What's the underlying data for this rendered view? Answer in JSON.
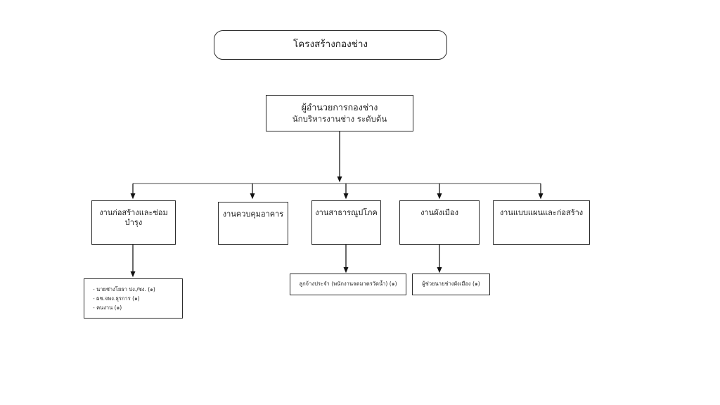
{
  "diagram": {
    "title_box": {
      "label": "โครงสร้างกองช่าง"
    },
    "root": {
      "title": "ผู้อำนวยการกองช่าง",
      "subtitle": "นักบริหารงานช่าง ระดับต้น"
    },
    "units": [
      {
        "label": "งานก่อสร้างและซ่อมบำรุง"
      },
      {
        "label": "งานควบคุมอาคาร"
      },
      {
        "label": "งานสาธารณูปโภค"
      },
      {
        "label": "งานผังเมือง"
      },
      {
        "label": "งานแบบแผนและก่อสร้าง"
      }
    ],
    "staff_box": {
      "lines": [
        "นายช่างโยธา ปง./ชง.   (๑)",
        "ผช.จพง.ธุรการ (๑)",
        "คนงาน  (๑)"
      ]
    },
    "leaf_boxes": [
      {
        "label": "ลูกจ้างประจำ (พนักงานจดมาตรวัดน้ำ)  (๑)"
      },
      {
        "label": "ผู้ช่วยนายช่างผังเมือง (๑)"
      }
    ],
    "colors": {
      "background": "#ffffff",
      "border": "#2b2b2b",
      "connector": "#111111",
      "text": "#1a1a1a"
    }
  }
}
